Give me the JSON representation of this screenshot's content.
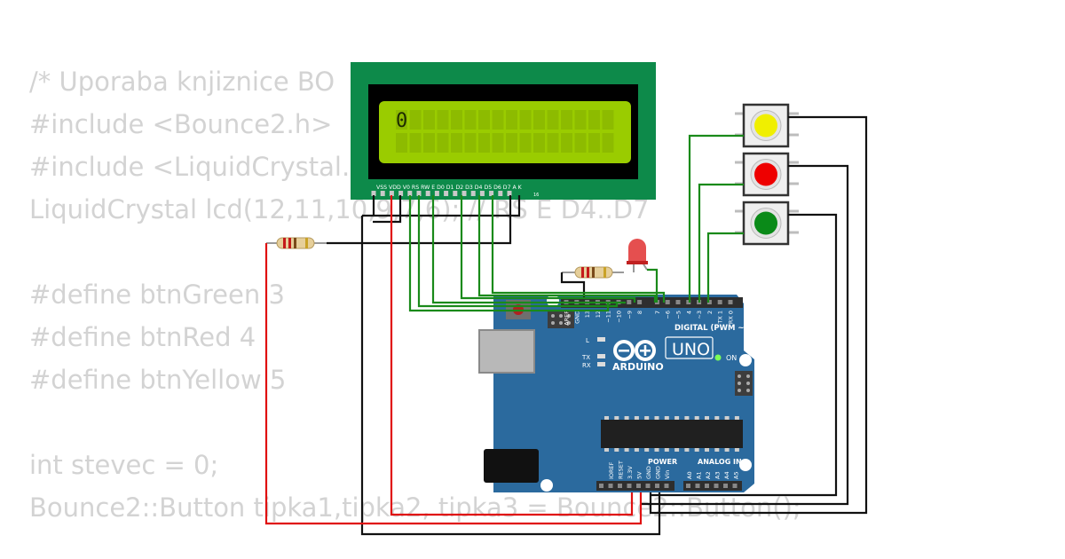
{
  "code_lines": [
    "/* Uporaba knjiznice BO",
    "#include <Bounce2.h>",
    "#include <LiquidCrystal.",
    "LiquidCrystal lcd(12,11,10,9,7,6); // RS E D4..D7",
    "",
    "#define btnGreen 3",
    "#define btnRed 4",
    "#define btnYellow 5",
    "",
    "int stevec = 0;",
    "Bounce2::Button tipka1,tipka2, tipka3 = Bounce2::Button();"
  ],
  "lcd": {
    "display_text": "0",
    "pin_labels": "VSS VDD V0 RS RW E D0 D1 D2 D3 D4 D5 D6 D7 A K",
    "pin_first": "1",
    "pin_last": "16"
  },
  "arduino": {
    "brand": "ARDUINO",
    "model": "UNO",
    "digital_label": "DIGITAL (PWM ~)",
    "power_label": "POWER",
    "analog_label": "ANALOG IN",
    "on_label": "ON",
    "l_label": "L",
    "tx_label": "TX",
    "rx_label": "RX",
    "digital_pins": [
      "AREF",
      "GND",
      "13",
      "12",
      "~11",
      "~10",
      "~9",
      "8",
      "7",
      "~6",
      "~5",
      "4",
      "~3",
      "2",
      "TX 1",
      "RX 0"
    ],
    "power_pins": [
      "IOREF",
      "RESET",
      "3.3V",
      "5V",
      "GND",
      "GND",
      "Vin"
    ],
    "analog_pins": [
      "A0",
      "A1",
      "A2",
      "A3",
      "A4",
      "A5"
    ]
  },
  "buttons": [
    {
      "color_name": "yellow",
      "color": "#f0ef00"
    },
    {
      "color_name": "red",
      "color": "#ee0000"
    },
    {
      "color_name": "green",
      "color": "#0a8a18"
    }
  ],
  "colors": {
    "board": "#2b6a9e",
    "lcd_pcb": "#0d8a4a",
    "lcd_screen": "#9acc00",
    "wire_black": "#111111",
    "wire_green": "#1a8a1a",
    "wire_red": "#e01010",
    "led": "#e03030"
  }
}
